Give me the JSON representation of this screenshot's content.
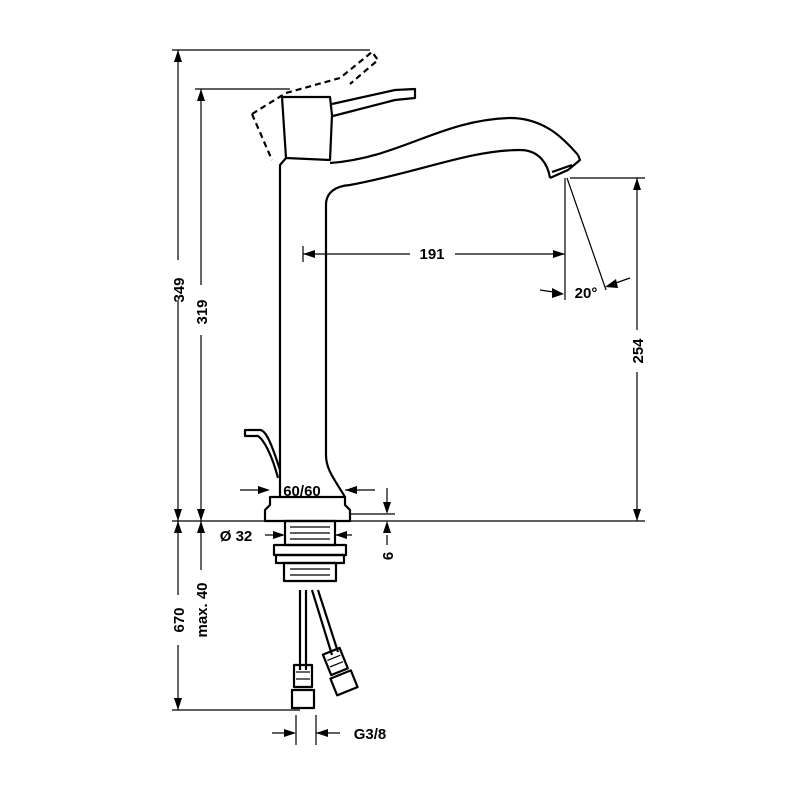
{
  "drawing": {
    "dimensions": {
      "height_total": "349",
      "height_spout": "319",
      "reach": "191",
      "spout_angle": "20°",
      "outlet_height": "254",
      "base_size": "60/60",
      "hole_diameter": "Ø 32",
      "base_thickness": "6",
      "hose_length": "670",
      "max_thickness": "max. 40",
      "connection": "G3/8"
    }
  }
}
